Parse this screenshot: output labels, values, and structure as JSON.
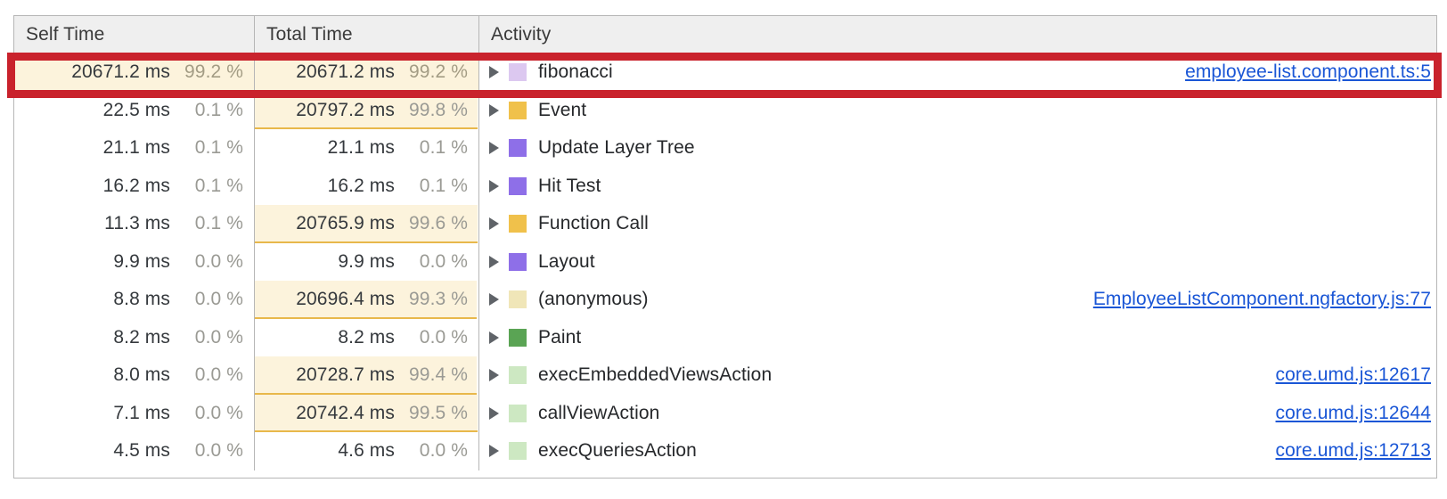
{
  "panel": {
    "name": "bottom-up-performance-table",
    "columns": [
      {
        "key": "self_time",
        "label": "Self Time"
      },
      {
        "key": "total_time",
        "label": "Total Time"
      },
      {
        "key": "activity",
        "label": "Activity"
      }
    ]
  },
  "colors": {
    "annotation_red": "#c9222c",
    "highlight_bg": "#fcf3dc",
    "highlight_border": "#e8b84b",
    "link_blue": "#1a56d6",
    "header_bg": "#efefef",
    "grid_border": "#b6b6b6",
    "swatch_scripting": "#f0c14b",
    "swatch_rendering": "#8e6fe8",
    "swatch_painting": "#5aa454",
    "swatch_fibonacci": "#dcc8f0",
    "swatch_anonymous": "#f0e6b8",
    "swatch_angular": "#cde8c2"
  },
  "rows": [
    {
      "self_ms": "20671.2 ms",
      "self_pct": "99.2 %",
      "self_bar_pct": 99.2,
      "total_ms": "20671.2 ms",
      "total_pct": "99.2 %",
      "total_bar_pct": 99.2,
      "activity": "fibonacci",
      "swatch": "swatch_fibonacci",
      "source": "employee-list.component.ts:5",
      "selected": true,
      "expand_icon": "disclosure-triangle-icon"
    },
    {
      "self_ms": "22.5 ms",
      "self_pct": "0.1 %",
      "self_bar_pct": 0,
      "total_ms": "20797.2 ms",
      "total_pct": "99.8 %",
      "total_bar_pct": 99.8,
      "activity": "Event",
      "swatch": "swatch_scripting",
      "source": "",
      "selected": false,
      "expand_icon": "disclosure-triangle-icon"
    },
    {
      "self_ms": "21.1 ms",
      "self_pct": "0.1 %",
      "self_bar_pct": 0,
      "total_ms": "21.1 ms",
      "total_pct": "0.1 %",
      "total_bar_pct": 0,
      "activity": "Update Layer Tree",
      "swatch": "swatch_rendering",
      "source": "",
      "selected": false,
      "expand_icon": "disclosure-triangle-icon"
    },
    {
      "self_ms": "16.2 ms",
      "self_pct": "0.1 %",
      "self_bar_pct": 0,
      "total_ms": "16.2 ms",
      "total_pct": "0.1 %",
      "total_bar_pct": 0,
      "activity": "Hit Test",
      "swatch": "swatch_rendering",
      "source": "",
      "selected": false,
      "expand_icon": "disclosure-triangle-icon"
    },
    {
      "self_ms": "11.3 ms",
      "self_pct": "0.1 %",
      "self_bar_pct": 0,
      "total_ms": "20765.9 ms",
      "total_pct": "99.6 %",
      "total_bar_pct": 99.6,
      "activity": "Function Call",
      "swatch": "swatch_scripting",
      "source": "",
      "selected": false,
      "expand_icon": "disclosure-triangle-icon"
    },
    {
      "self_ms": "9.9 ms",
      "self_pct": "0.0 %",
      "self_bar_pct": 0,
      "total_ms": "9.9 ms",
      "total_pct": "0.0 %",
      "total_bar_pct": 0,
      "activity": "Layout",
      "swatch": "swatch_rendering",
      "source": "",
      "selected": false,
      "expand_icon": "disclosure-triangle-icon"
    },
    {
      "self_ms": "8.8 ms",
      "self_pct": "0.0 %",
      "self_bar_pct": 0,
      "total_ms": "20696.4 ms",
      "total_pct": "99.3 %",
      "total_bar_pct": 99.3,
      "activity": "(anonymous)",
      "swatch": "swatch_anonymous",
      "source": "EmployeeListComponent.ngfactory.js:77",
      "selected": false,
      "expand_icon": "disclosure-triangle-icon"
    },
    {
      "self_ms": "8.2 ms",
      "self_pct": "0.0 %",
      "self_bar_pct": 0,
      "total_ms": "8.2 ms",
      "total_pct": "0.0 %",
      "total_bar_pct": 0,
      "activity": "Paint",
      "swatch": "swatch_painting",
      "source": "",
      "selected": false,
      "expand_icon": "disclosure-triangle-icon"
    },
    {
      "self_ms": "8.0 ms",
      "self_pct": "0.0 %",
      "self_bar_pct": 0,
      "total_ms": "20728.7 ms",
      "total_pct": "99.4 %",
      "total_bar_pct": 99.4,
      "activity": "execEmbeddedViewsAction",
      "swatch": "swatch_angular",
      "source": "core.umd.js:12617",
      "selected": false,
      "expand_icon": "disclosure-triangle-icon"
    },
    {
      "self_ms": "7.1 ms",
      "self_pct": "0.0 %",
      "self_bar_pct": 0,
      "total_ms": "20742.4 ms",
      "total_pct": "99.5 %",
      "total_bar_pct": 99.5,
      "activity": "callViewAction",
      "swatch": "swatch_angular",
      "source": "core.umd.js:12644",
      "selected": false,
      "expand_icon": "disclosure-triangle-icon"
    },
    {
      "self_ms": "4.5 ms",
      "self_pct": "0.0 %",
      "self_bar_pct": 0,
      "total_ms": "4.6 ms",
      "total_pct": "0.0 %",
      "total_bar_pct": 0,
      "activity": "execQueriesAction",
      "swatch": "swatch_angular",
      "source": "core.umd.js:12713",
      "selected": false,
      "expand_icon": "disclosure-triangle-icon"
    }
  ],
  "annotation": {
    "name": "red-highlight-rectangle",
    "target_row": "fibonacci"
  }
}
